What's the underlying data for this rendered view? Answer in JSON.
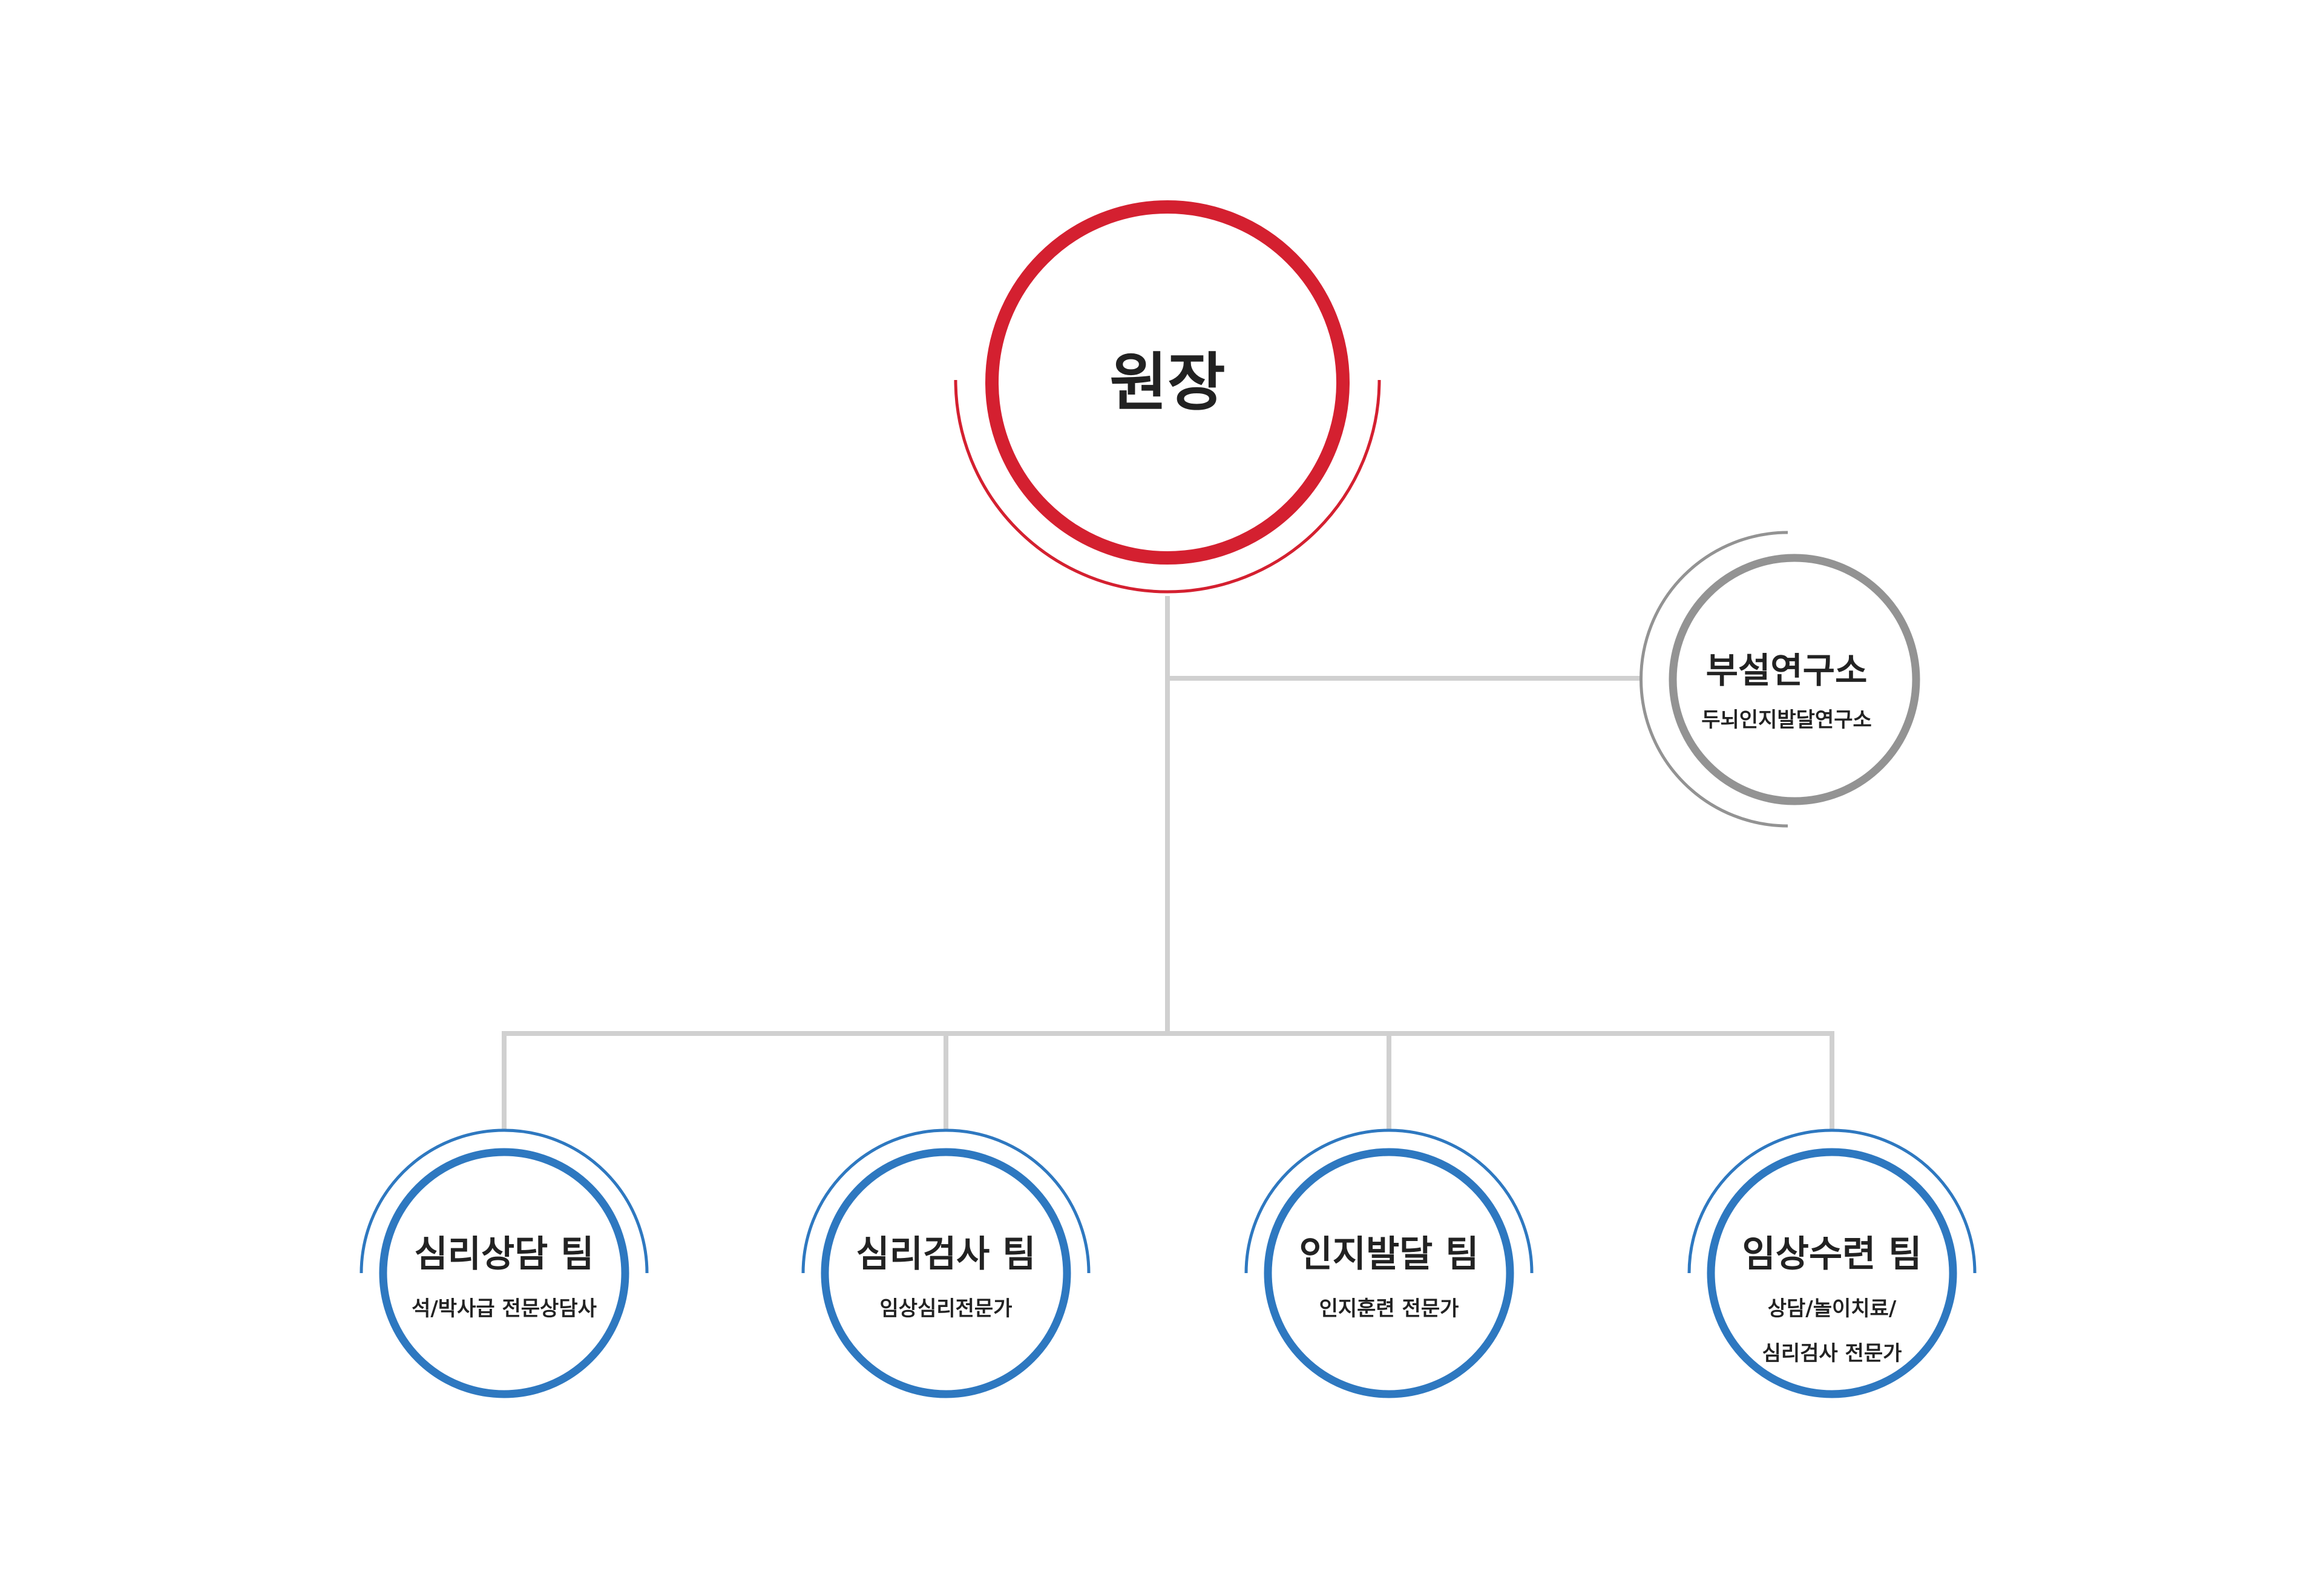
{
  "director": {
    "title": "원장"
  },
  "institute": {
    "title": "부설연구소",
    "subtitle": "두뇌인지발달연구소"
  },
  "teams": [
    {
      "title": "심리상담 팀",
      "desc_lines": [
        "석/박사급 전문상담사"
      ]
    },
    {
      "title": "심리검사 팀",
      "desc_lines": [
        "임상심리전문가"
      ]
    },
    {
      "title": "인지발달 팀",
      "desc_lines": [
        "인지훈련 전문가"
      ]
    },
    {
      "title": "임상수련 팀",
      "desc_lines": [
        "상담/놀이치료/",
        "심리검사 전문가"
      ]
    }
  ],
  "colors": {
    "director_ring": "#d42030",
    "institute_ring": "#939393",
    "team_ring": "#2e78c0",
    "connector": "#d0d0d0",
    "text": "#222222"
  }
}
